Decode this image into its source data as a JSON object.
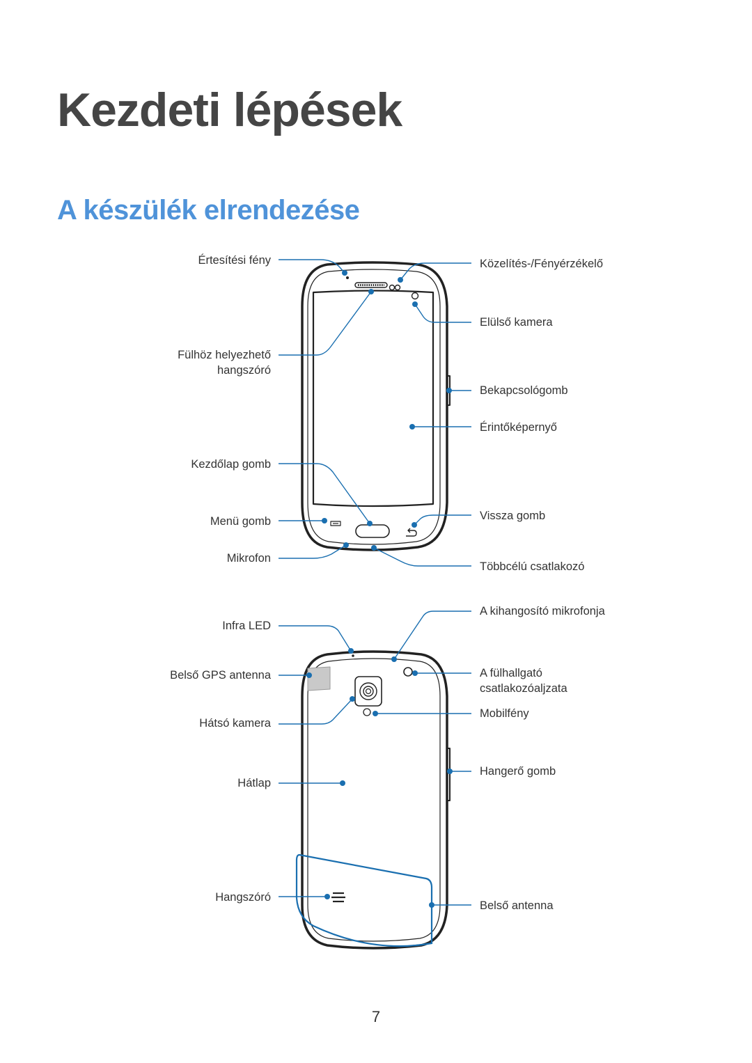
{
  "page": {
    "title": "Kezdeti lépések",
    "section_title": "A készülék elrendezése",
    "page_number": "7"
  },
  "front": {
    "notification_light": "Értesítési fény",
    "earpiece": [
      "Fülhöz helyezhető",
      "hangszóró"
    ],
    "home_button": "Kezdőlap gomb",
    "menu_button": "Menü gomb",
    "microphone": "Mikrofon",
    "proximity_sensor": "Közelítés-/Fényérzékelő",
    "front_camera": "Elülső kamera",
    "power_button": "Bekapcsológomb",
    "touchscreen": "Érintőképernyő",
    "back_button": "Vissza gomb",
    "multipurpose_jack": "Többcélú csatlakozó"
  },
  "back": {
    "ir_led": "Infra LED",
    "gps_antenna": "Belső GPS antenna",
    "rear_camera": "Hátsó kamera",
    "back_cover": "Hátlap",
    "speaker": "Hangszóró",
    "noise_mic": "A kihangosító mikrofonja",
    "headset_jack": [
      "A fülhallgató",
      "csatlakozóaljzata"
    ],
    "flash": "Mobilfény",
    "volume_button": "Hangerő gomb",
    "main_antenna": "Belső antenna"
  },
  "colors": {
    "callout": "#1a6fb0",
    "heading": "#454545",
    "subheading": "#4f93d9",
    "device": "#222222"
  }
}
